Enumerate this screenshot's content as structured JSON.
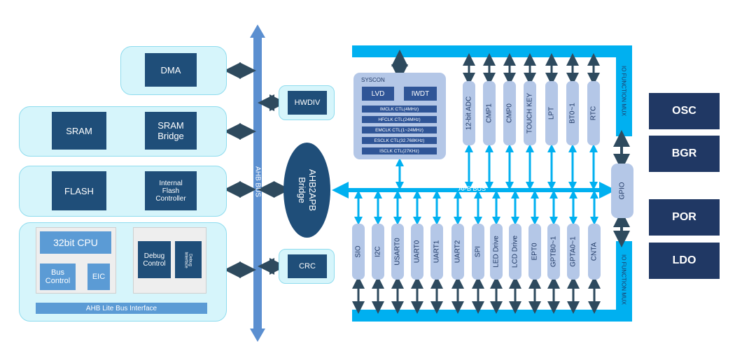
{
  "blocks": {
    "dma": "DMA",
    "sram": "SRAM",
    "sram_bridge": "SRAM\nBridge",
    "flash": "FLASH",
    "flash_controller": "Internal\nFlash\nController",
    "cpu": "32bit CPU",
    "bus_control": "Bus\nControl",
    "eic": "EIC",
    "debug_control": "Debug\nControl",
    "debug_interface": "Debug\nInterface",
    "ahb_lite": "AHB Lite Bus Interface",
    "hwdiv": "HWDIV",
    "crc": "CRC",
    "ahb2apb": "AHB2APB\nBridge",
    "gpio": "GPIO"
  },
  "buses": {
    "ahb": "AHB BUS",
    "apb": "APB BUS",
    "io_mux_top": "IO FUNCTION MUX",
    "io_mux_bottom": "IO FUNCTION MUX"
  },
  "syscon": {
    "title": "SYSCON",
    "lvd": "LVD",
    "iwdt": "IWDT",
    "clocks": [
      "IMCLK CTL(4MHz)",
      "HFCLK CTL(24MHz)",
      "EMCLK CTL(1~24MHz)",
      "ESCLK CTL(32.768KHz)",
      "ISCLK CTL(27KHz)"
    ]
  },
  "top_peripherals": [
    "12-bit ADC",
    "CMP1",
    "CMP0",
    "TOUCH KEY",
    "LPT",
    "BT0~1",
    "RTC"
  ],
  "bottom_peripherals": [
    "SIO",
    "I2C",
    "USART0",
    "UART0",
    "UART1",
    "UART2",
    "SPI",
    "LED Drive",
    "LCD Drive",
    "EPT0",
    "GPTB0~1",
    "GPTA0~1",
    "CNTA"
  ],
  "analog": [
    "OSC",
    "BGR",
    "POR",
    "LDO"
  ],
  "colors": {
    "dark": "#1f4e79",
    "mid": "#5b9bd5",
    "bus": "#00b0f0",
    "arrow": "#2e4a5e",
    "pill": "#b4c7e7",
    "group": "#d6f5fb",
    "navy": "#203864"
  }
}
